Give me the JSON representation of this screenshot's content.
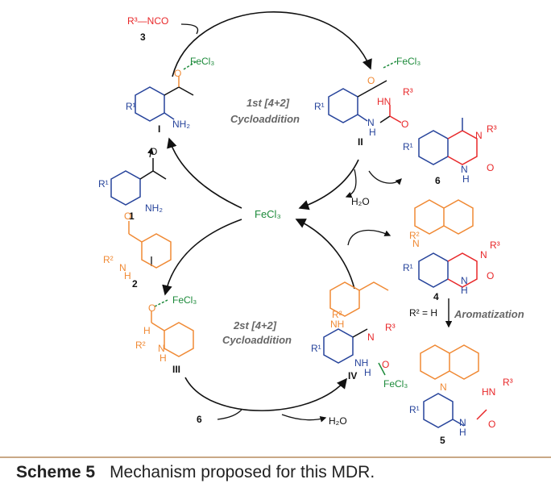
{
  "colors": {
    "blue": "#27449b",
    "red": "#e8282a",
    "orange": "#f08a35",
    "green": "#1c8a3a",
    "gray": "#666666",
    "black": "#111111"
  },
  "labels": {
    "reagent_3": "R³—NCO",
    "num_3": "3",
    "fecl3_I": "FeCl₃",
    "I": "I",
    "NH2_I": "NH₂",
    "R1_I": "R¹",
    "O_I": "O",
    "fecl3_II": "FeCl₃",
    "O_II": "O",
    "HN_II": "HN",
    "R3_II": "R³",
    "N_II": "N",
    "H_II": "H",
    "O2_II": "O",
    "R1_II": "R¹",
    "II": "II",
    "cyclo1_a": "1st [4+2]",
    "cyclo1_b": "Cycloaddition",
    "R1_1": "R¹",
    "NH2_1": "NH₂",
    "O_1": "O",
    "num_1": "1",
    "FeCl3_center": "FeCl₃",
    "H2O_top": "H₂O",
    "R1_6": "R¹",
    "N_6": "N",
    "R3_6": "R³",
    "N2_6": "N",
    "H_6": "H",
    "O_6": "O",
    "num_6": "6",
    "R2_2": "R²",
    "N_2": "N",
    "H_2": "H",
    "O_2": "O",
    "num_2": "2",
    "R2_4": "R²",
    "N_4": "N",
    "N2_4": "N",
    "R3_4": "R³",
    "R1_4": "R¹",
    "N3_4": "N",
    "H_4": "H",
    "O_4": "O",
    "num_4": "4",
    "fecl3_III": "FeCl₃",
    "O_III": "O",
    "H_III": "H",
    "R2_III": "R²",
    "N_III": "N",
    "H2_III": "H",
    "III": "III",
    "cyclo2_a": "2st [4+2]",
    "cyclo2_b": "Cycloaddition",
    "R2_IV": "R²",
    "NH_IV": "NH",
    "N_IV": "N",
    "R3_IV": "R³",
    "R1_IV": "R¹",
    "NH2_IV": "NH",
    "H_IV": "H",
    "O_IV": "O",
    "fecl3_IV": "FeCl₃",
    "IV": "IV",
    "r2h": "R² = H",
    "aromatization": "Aromatization",
    "num_6b": "6",
    "H2O_bottom": "H₂O",
    "N_5": "N",
    "HN_5": "HN",
    "R3_5": "R³",
    "R1_5": "R¹",
    "N2_5": "N",
    "H_5": "H",
    "O_5": "O",
    "num_5": "5"
  },
  "caption": {
    "label": "Scheme 5",
    "text": "Mechanism proposed for this MDR."
  }
}
